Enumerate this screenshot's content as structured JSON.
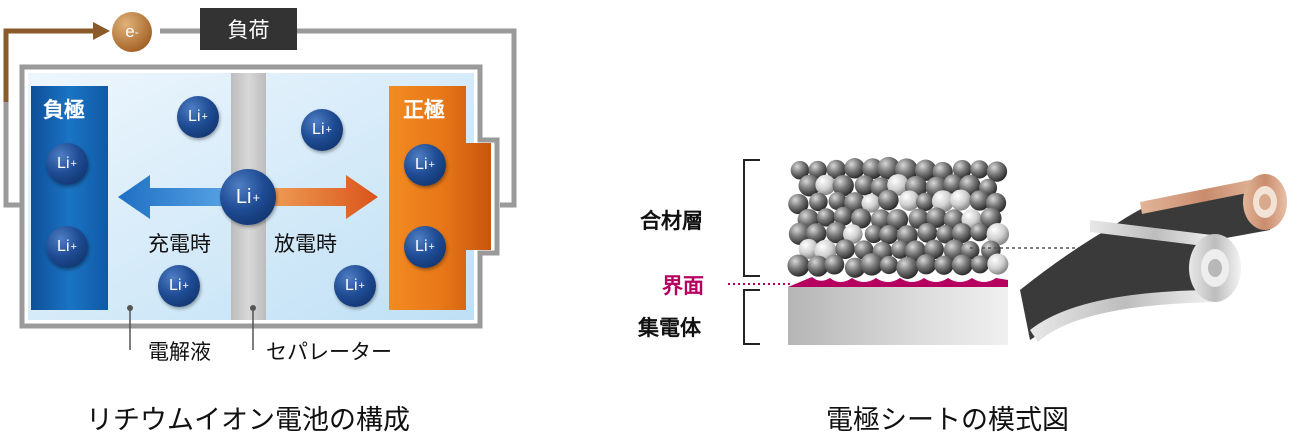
{
  "battery": {
    "electron_label": "e",
    "electron_sign": "-",
    "load_label": "負荷",
    "negative_label": "負極",
    "positive_label": "正極",
    "ion_label": "Li",
    "ion_sign": "+",
    "charge_label": "充電時",
    "discharge_label": "放電時",
    "electrolyte_label": "電解液",
    "separator_label": "セパレーター",
    "caption": "リチウムイオン電池の構成"
  },
  "electrode": {
    "composite_layer_label": "合材層",
    "interface_label": "界面",
    "collector_label": "集電体",
    "caption": "電極シートの模式図",
    "interface_color": "#b5005f"
  },
  "colors": {
    "negative_electrode": "#1566b3",
    "positive_electrode": "#e4731a",
    "wire": "#9a9a9a",
    "electron_wire": "#8a5a2b",
    "load_box": "#333333"
  }
}
